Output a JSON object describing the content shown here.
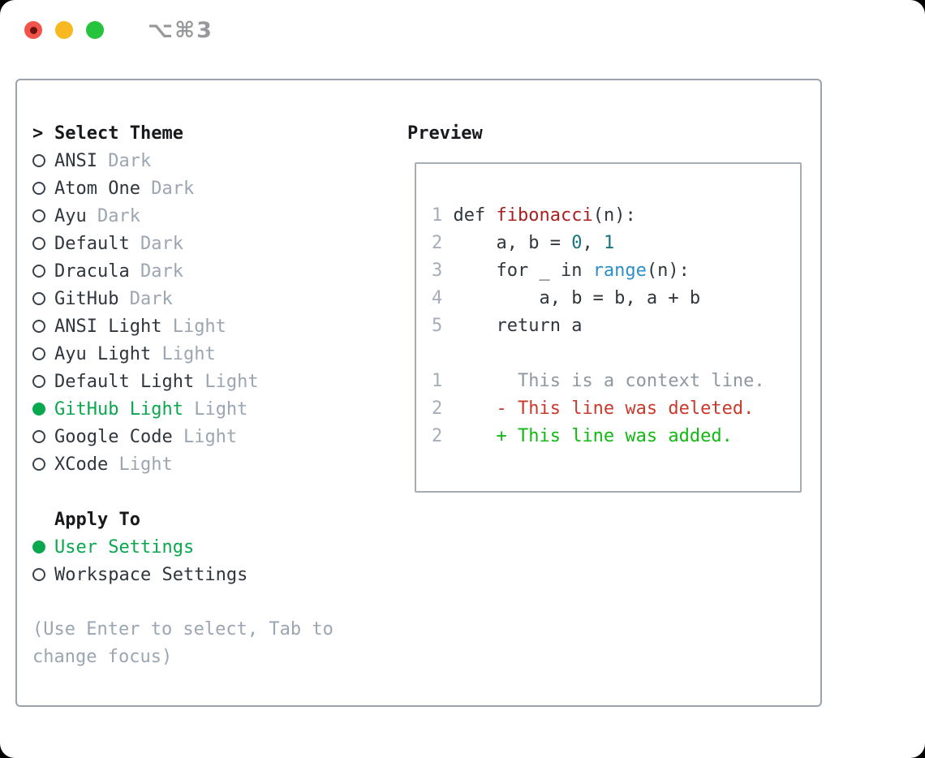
{
  "titlebar": {
    "shortcut": "⌥⌘3",
    "traffic_lights": [
      {
        "name": "close-button",
        "color": "#f25449"
      },
      {
        "name": "minimize-button",
        "color": "#f8b821"
      },
      {
        "name": "zoom-button",
        "color": "#26c33d"
      }
    ]
  },
  "theme_panel": {
    "header": {
      "prompt": ">",
      "title": "Select Theme"
    },
    "themes": [
      {
        "name": "ANSI",
        "variant": "Dark",
        "selected": false
      },
      {
        "name": "Atom One",
        "variant": "Dark",
        "selected": false
      },
      {
        "name": "Ayu",
        "variant": "Dark",
        "selected": false
      },
      {
        "name": "Default",
        "variant": "Dark",
        "selected": false
      },
      {
        "name": "Dracula",
        "variant": "Dark",
        "selected": false
      },
      {
        "name": "GitHub",
        "variant": "Dark",
        "selected": false
      },
      {
        "name": "ANSI Light",
        "variant": "Light",
        "selected": false
      },
      {
        "name": "Ayu Light",
        "variant": "Light",
        "selected": false
      },
      {
        "name": "Default Light",
        "variant": "Light",
        "selected": false
      },
      {
        "name": "GitHub Light",
        "variant": "Light",
        "selected": true
      },
      {
        "name": "Google Code",
        "variant": "Light",
        "selected": false
      },
      {
        "name": "XCode",
        "variant": "Light",
        "selected": false
      }
    ],
    "apply_to": {
      "title": "Apply To",
      "options": [
        {
          "label": "User Settings",
          "selected": true
        },
        {
          "label": "Workspace Settings",
          "selected": false
        }
      ]
    },
    "help": "(Use Enter to select, Tab to\nchange focus)"
  },
  "preview": {
    "title": "Preview",
    "lines": [
      {
        "num": "1",
        "segments": [
          {
            "text": "def ",
            "style": "code"
          },
          {
            "text": "fibonacci",
            "style": "func"
          },
          {
            "text": "(n):",
            "style": "code"
          }
        ]
      },
      {
        "num": "2",
        "segments": [
          {
            "text": "    a, b = ",
            "style": "code"
          },
          {
            "text": "0",
            "style": "num"
          },
          {
            "text": ", ",
            "style": "code"
          },
          {
            "text": "1",
            "style": "num"
          }
        ]
      },
      {
        "num": "3",
        "segments": [
          {
            "text": "    for _ in ",
            "style": "code"
          },
          {
            "text": "range",
            "style": "builtin"
          },
          {
            "text": "(n):",
            "style": "code"
          }
        ]
      },
      {
        "num": "4",
        "segments": [
          {
            "text": "        a, b = b, a + b",
            "style": "code"
          }
        ]
      },
      {
        "num": "5",
        "segments": [
          {
            "text": "    return a",
            "style": "code"
          }
        ]
      },
      {
        "num": "",
        "segments": []
      },
      {
        "num": "1",
        "segments": [
          {
            "text": "      This is a context line.",
            "style": "ctx"
          }
        ]
      },
      {
        "num": "2",
        "segments": [
          {
            "text": "    - This line was deleted.",
            "style": "del"
          }
        ]
      },
      {
        "num": "2",
        "segments": [
          {
            "text": "    + This line was added.",
            "style": "add"
          }
        ]
      }
    ]
  },
  "colors": {
    "selection_green": "#0aa84e",
    "diff_added_green": "#12b912",
    "diff_deleted_red": "#c93a2c",
    "function_red": "#a82120",
    "builtin_blue": "#2b8fc9",
    "number_teal": "#17737e",
    "muted_gray": "#9ba6b2",
    "line_number_gray": "#a5adb8",
    "panel_border": "#9aa3ad",
    "code_text": "#30363d"
  }
}
